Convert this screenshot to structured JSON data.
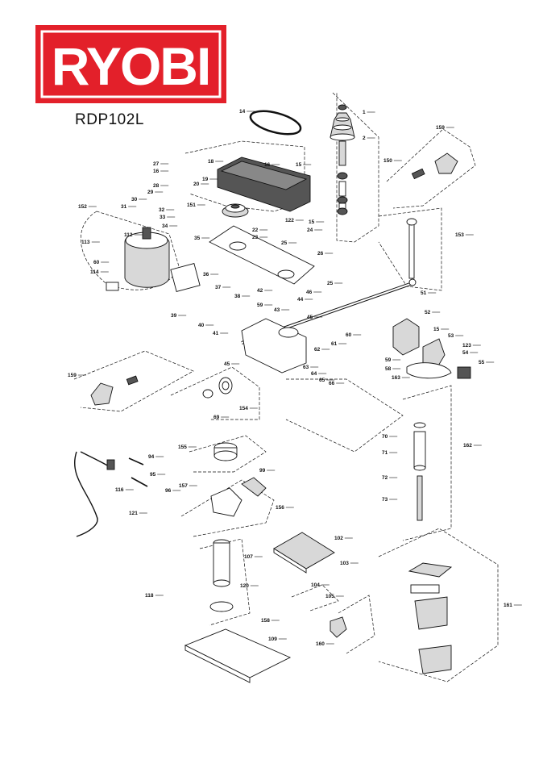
{
  "brand": {
    "logo_text": "RYOBI",
    "color": "#e3202a"
  },
  "model": "RDP102L",
  "parts": [
    {
      "id": "p1",
      "num": "1"
    },
    {
      "id": "p2",
      "num": "2"
    },
    {
      "id": "p14",
      "num": "14"
    },
    {
      "id": "p150",
      "num": "150"
    },
    {
      "id": "p159a",
      "num": "159"
    },
    {
      "id": "p18",
      "num": "18"
    },
    {
      "id": "p16a",
      "num": "16"
    },
    {
      "id": "p15a",
      "num": "15"
    },
    {
      "id": "p27",
      "num": "27"
    },
    {
      "id": "p16b",
      "num": "16"
    },
    {
      "id": "p19",
      "num": "19"
    },
    {
      "id": "p20",
      "num": "20"
    },
    {
      "id": "p28",
      "num": "28"
    },
    {
      "id": "p29",
      "num": "29"
    },
    {
      "id": "p30",
      "num": "30"
    },
    {
      "id": "p32",
      "num": "32"
    },
    {
      "id": "p31",
      "num": "31"
    },
    {
      "id": "p33",
      "num": "33"
    },
    {
      "id": "p151",
      "num": "151"
    },
    {
      "id": "p152",
      "num": "152"
    },
    {
      "id": "p34",
      "num": "34"
    },
    {
      "id": "p122",
      "num": "122"
    },
    {
      "id": "p15b",
      "num": "15"
    },
    {
      "id": "p24",
      "num": "24"
    },
    {
      "id": "p22",
      "num": "22"
    },
    {
      "id": "p23",
      "num": "23"
    },
    {
      "id": "p153",
      "num": "153"
    },
    {
      "id": "p113",
      "num": "113"
    },
    {
      "id": "p112",
      "num": "112"
    },
    {
      "id": "p35",
      "num": "35"
    },
    {
      "id": "p25a",
      "num": "25"
    },
    {
      "id": "p60",
      "num": "60"
    },
    {
      "id": "p114",
      "num": "114"
    },
    {
      "id": "p26",
      "num": "26"
    },
    {
      "id": "p36",
      "num": "36"
    },
    {
      "id": "p25b",
      "num": "25"
    },
    {
      "id": "p51",
      "num": "51"
    },
    {
      "id": "p37",
      "num": "37"
    },
    {
      "id": "p42",
      "num": "42"
    },
    {
      "id": "p38",
      "num": "38"
    },
    {
      "id": "p46",
      "num": "46"
    },
    {
      "id": "p59a",
      "num": "59"
    },
    {
      "id": "p44",
      "num": "44"
    },
    {
      "id": "p43",
      "num": "43"
    },
    {
      "id": "p39",
      "num": "39"
    },
    {
      "id": "p52",
      "num": "52"
    },
    {
      "id": "p40",
      "num": "40"
    },
    {
      "id": "p45a",
      "num": "45"
    },
    {
      "id": "p41",
      "num": "41"
    },
    {
      "id": "p15c",
      "num": "15"
    },
    {
      "id": "p60b",
      "num": "60"
    },
    {
      "id": "p61",
      "num": "61"
    },
    {
      "id": "p53",
      "num": "53"
    },
    {
      "id": "p123",
      "num": "123"
    },
    {
      "id": "p54",
      "num": "54"
    },
    {
      "id": "p62",
      "num": "62"
    },
    {
      "id": "p59b",
      "num": "59"
    },
    {
      "id": "p58",
      "num": "58"
    },
    {
      "id": "p45b",
      "num": "45"
    },
    {
      "id": "p55",
      "num": "55"
    },
    {
      "id": "p63",
      "num": "63"
    },
    {
      "id": "p64",
      "num": "64"
    },
    {
      "id": "p65",
      "num": "65"
    },
    {
      "id": "p66",
      "num": "66"
    },
    {
      "id": "p163",
      "num": "163"
    },
    {
      "id": "p159b",
      "num": "159"
    },
    {
      "id": "p154",
      "num": "154"
    },
    {
      "id": "p69",
      "num": "69"
    },
    {
      "id": "p70",
      "num": "70"
    },
    {
      "id": "p162",
      "num": "162"
    },
    {
      "id": "p155",
      "num": "155"
    },
    {
      "id": "p71",
      "num": "71"
    },
    {
      "id": "p94",
      "num": "94"
    },
    {
      "id": "p99",
      "num": "99"
    },
    {
      "id": "p95",
      "num": "95"
    },
    {
      "id": "p116",
      "num": "116"
    },
    {
      "id": "p157",
      "num": "157"
    },
    {
      "id": "p72",
      "num": "72"
    },
    {
      "id": "p96",
      "num": "96"
    },
    {
      "id": "p73",
      "num": "73"
    },
    {
      "id": "p156",
      "num": "156"
    },
    {
      "id": "p121",
      "num": "121"
    },
    {
      "id": "p102",
      "num": "102"
    },
    {
      "id": "p107",
      "num": "107"
    },
    {
      "id": "p103",
      "num": "103"
    },
    {
      "id": "p120",
      "num": "120"
    },
    {
      "id": "p104",
      "num": "104"
    },
    {
      "id": "p118",
      "num": "118"
    },
    {
      "id": "p105",
      "num": "105"
    },
    {
      "id": "p161",
      "num": "161"
    },
    {
      "id": "p158",
      "num": "158"
    },
    {
      "id": "p109",
      "num": "109"
    },
    {
      "id": "p160",
      "num": "160"
    }
  ]
}
